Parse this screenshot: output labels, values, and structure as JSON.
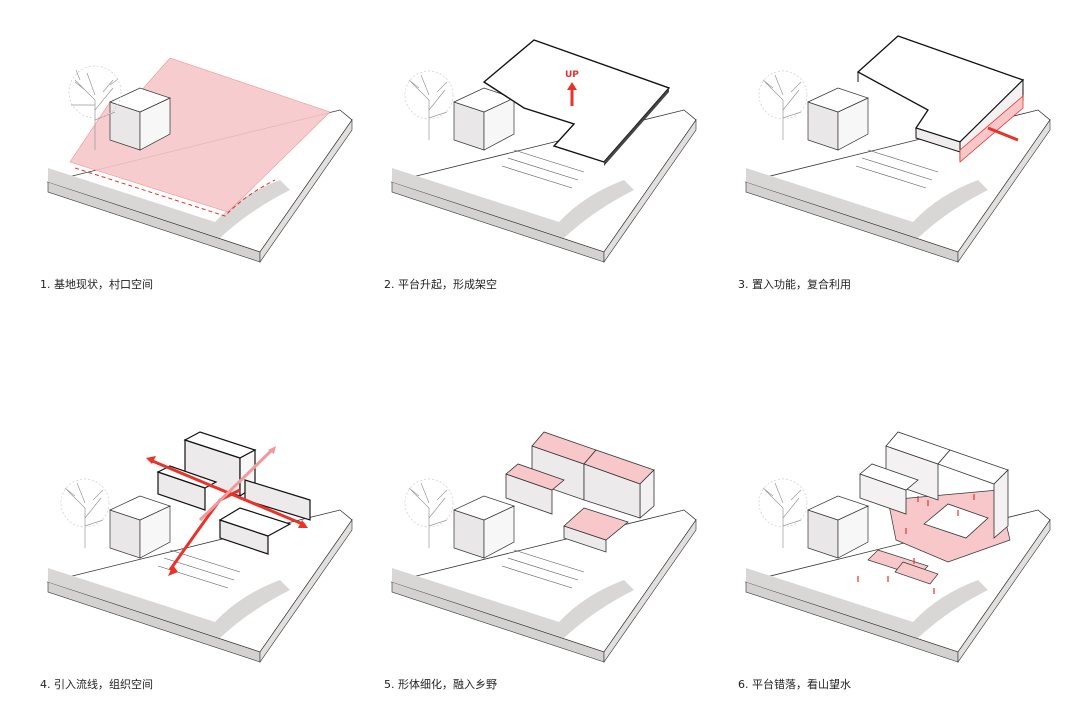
{
  "steps": [
    {
      "caption": "1. 基地现状，村口空间"
    },
    {
      "caption": "2. 平台升起，形成架空",
      "arrow_label": "UP"
    },
    {
      "caption": "3. 置入功能，复合利用"
    },
    {
      "caption": "4. 引入流线，组织空间"
    },
    {
      "caption": "5. 形体细化，融入乡野"
    },
    {
      "caption": "6. 平台错落，看山望水"
    }
  ],
  "colors": {
    "accent_red": "#e8332a",
    "highlight_pink": "#f7c7c9",
    "ground": "#d9d6d6",
    "line": "#222222"
  }
}
